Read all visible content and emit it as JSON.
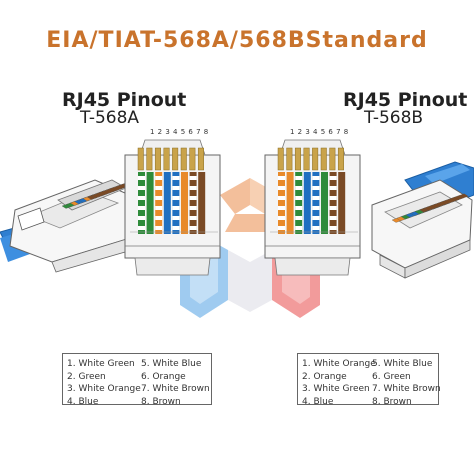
{
  "title": "EIA/TIAT-568A/568BStandard",
  "left": {
    "heading": "RJ45 Pinout",
    "subheading": "T-568A",
    "pin_numbers": "1 2 3 4 5 6 7 8",
    "wires": [
      {
        "num": "1.",
        "label": "White Green"
      },
      {
        "num": "2.",
        "label": "Green"
      },
      {
        "num": "3.",
        "label": "White Orange"
      },
      {
        "num": "4.",
        "label": "Blue"
      },
      {
        "num": "5.",
        "label": "White Blue"
      },
      {
        "num": "6.",
        "label": "Orange"
      },
      {
        "num": "7.",
        "label": "White Brown"
      },
      {
        "num": "8.",
        "label": "Brown"
      }
    ],
    "colors": [
      "#ffffff|#2e8b3a",
      "#2e8b3a",
      "#ffffff|#e88a2a",
      "#1f6fc1",
      "#ffffff|#1f6fc1",
      "#e88a2a",
      "#ffffff|#7a4a25",
      "#7a4a25"
    ]
  },
  "right": {
    "heading": "RJ45 Pinout",
    "subheading": "T-568B",
    "pin_numbers": "1 2 3 4 5 6 7 8",
    "wires": [
      {
        "num": "1.",
        "label": "White Orange"
      },
      {
        "num": "2.",
        "label": "Orange"
      },
      {
        "num": "3.",
        "label": "White Green"
      },
      {
        "num": "4.",
        "label": "Blue"
      },
      {
        "num": "5.",
        "label": "White Blue"
      },
      {
        "num": "6.",
        "label": "Green"
      },
      {
        "num": "7.",
        "label": "White Brown"
      },
      {
        "num": "8.",
        "label": "Brown"
      }
    ],
    "colors": [
      "#ffffff|#e88a2a",
      "#e88a2a",
      "#ffffff|#2e8b3a",
      "#1f6fc1",
      "#ffffff|#1f6fc1",
      "#2e8b3a",
      "#ffffff|#7a4a25",
      "#7a4a25"
    ]
  },
  "palette": {
    "title_color": "#c9732c",
    "cable_blue": "#2f7fd1",
    "logo_orange": "#f2b48a",
    "logo_blue": "#8fc3ee",
    "logo_red": "#f08a8a"
  },
  "icons": [
    "connector-left-icon",
    "connector-front-a-icon",
    "connector-front-b-icon",
    "connector-right-icon",
    "watermark-logo-icon"
  ]
}
